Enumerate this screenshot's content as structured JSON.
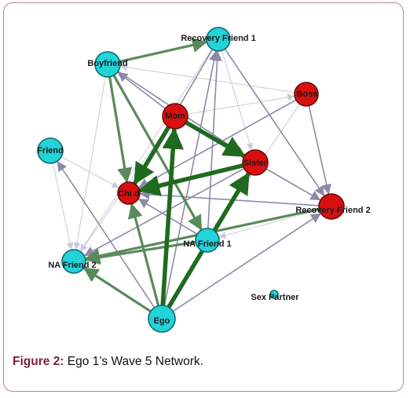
{
  "figure": {
    "caption_label": "Figure 2:",
    "caption_text": " Ego 1’s Wave 5 Network."
  },
  "colors": {
    "cyan_node": "#22d3d8",
    "red_node": "#d81010",
    "strong_edge": "#1f6a1f",
    "medium_edge": "#5a8a5a",
    "weak_edge": "#8a8aa8",
    "light_edge": "#c9c9d8"
  },
  "nodes": [
    {
      "id": "recovery_friend_1",
      "label": "Recovery Friend 1",
      "color": "cyan"
    },
    {
      "id": "boyfriend",
      "label": "Boyfriend",
      "color": "cyan"
    },
    {
      "id": "boss",
      "label": "Boss",
      "color": "red"
    },
    {
      "id": "mom",
      "label": "Mom",
      "color": "red"
    },
    {
      "id": "friend",
      "label": "Friend",
      "color": "cyan"
    },
    {
      "id": "sister",
      "label": "Sister",
      "color": "red"
    },
    {
      "id": "child",
      "label": "Chi d",
      "color": "red"
    },
    {
      "id": "recovery_friend_2",
      "label": "Recovery Friend 2",
      "color": "red"
    },
    {
      "id": "na_friend_1",
      "label": "NA Friend 1",
      "color": "cyan"
    },
    {
      "id": "na_friend_2",
      "label": "NA Friend 2",
      "color": "cyan"
    },
    {
      "id": "sex_partner",
      "label": "Sex Partner",
      "color": "cyan"
    },
    {
      "id": "ego",
      "label": "Ego",
      "color": "cyan"
    }
  ],
  "edges": [
    {
      "from": "ego",
      "to": "mom",
      "strength": 3
    },
    {
      "from": "ego",
      "to": "sister",
      "strength": 3
    },
    {
      "from": "ego",
      "to": "child",
      "strength": 2
    },
    {
      "from": "ego",
      "to": "na_friend_2",
      "strength": 2
    },
    {
      "from": "ego",
      "to": "recovery_friend_2",
      "strength": 1
    },
    {
      "from": "ego",
      "to": "friend",
      "strength": 1
    },
    {
      "from": "mom",
      "to": "sister",
      "strength": 3
    },
    {
      "from": "mom",
      "to": "child",
      "strength": 3
    },
    {
      "from": "sister",
      "to": "child",
      "strength": 3
    },
    {
      "from": "mom",
      "to": "boyfriend",
      "strength": 1
    },
    {
      "from": "mom",
      "to": "boss",
      "strength": 0
    },
    {
      "from": "boyfriend",
      "to": "recovery_friend_1",
      "strength": 2
    },
    {
      "from": "boyfriend",
      "to": "child",
      "strength": 2
    },
    {
      "from": "boyfriend",
      "to": "na_friend_1",
      "strength": 2
    },
    {
      "from": "boyfriend",
      "to": "sister",
      "strength": 1
    },
    {
      "from": "boyfriend",
      "to": "na_friend_2",
      "strength": 0
    },
    {
      "from": "na_friend_1",
      "to": "recovery_friend_1",
      "strength": 1
    },
    {
      "from": "na_friend_1",
      "to": "sister",
      "strength": 2
    },
    {
      "from": "na_friend_1",
      "to": "na_friend_2",
      "strength": 2
    },
    {
      "from": "na_friend_1",
      "to": "child",
      "strength": 1
    },
    {
      "from": "recovery_friend_2",
      "to": "na_friend_2",
      "strength": 2
    },
    {
      "from": "recovery_friend_2",
      "to": "child",
      "strength": 1
    },
    {
      "from": "recovery_friend_2",
      "to": "na_friend_1",
      "strength": 0
    },
    {
      "from": "recovery_friend_1",
      "to": "child",
      "strength": 1
    },
    {
      "from": "recovery_friend_1",
      "to": "recovery_friend_2",
      "strength": 1
    },
    {
      "from": "recovery_friend_1",
      "to": "na_friend_2",
      "strength": 0
    },
    {
      "from": "boss",
      "to": "recovery_friend_2",
      "strength": 1
    },
    {
      "from": "boss",
      "to": "child",
      "strength": 1
    },
    {
      "from": "boss",
      "to": "na_friend_1",
      "strength": 0
    },
    {
      "from": "boss",
      "to": "boyfriend",
      "strength": 0
    },
    {
      "from": "friend",
      "to": "child",
      "strength": 0
    },
    {
      "from": "friend",
      "to": "na_friend_2",
      "strength": 0
    },
    {
      "from": "sister",
      "to": "recovery_friend_2",
      "strength": 1
    },
    {
      "from": "sister",
      "to": "na_friend_2",
      "strength": 1
    },
    {
      "from": "mom",
      "to": "na_friend_2",
      "strength": 0
    },
    {
      "from": "recovery_friend_1",
      "to": "sister",
      "strength": 0
    },
    {
      "from": "ego",
      "to": "recovery_friend_1",
      "strength": 1
    }
  ]
}
